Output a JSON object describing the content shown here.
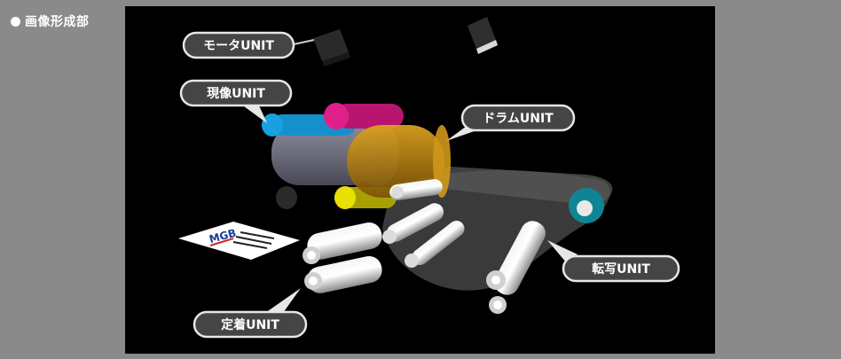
{
  "heading": "画像形成部",
  "labels": {
    "motor": "モータUNIT",
    "developer": "現像UNIT",
    "drum": "ドラムUNIT",
    "transfer": "転写UNIT",
    "fixing": "定着UNIT"
  },
  "paper_logo": "MGB",
  "colors": {
    "cyan": "#1aa0e0",
    "magenta": "#e0208a",
    "yellow": "#e8e000",
    "drum": "#c8900a",
    "belt_roller": "#11a0b0"
  }
}
